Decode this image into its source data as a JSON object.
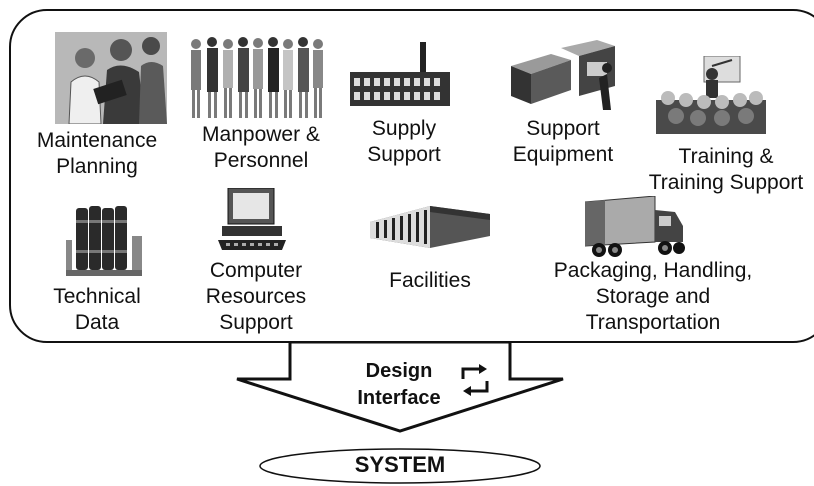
{
  "elements": [
    {
      "key": "maintenance",
      "label": "Maintenance\nPlanning",
      "icon": "maintenance-people-icon"
    },
    {
      "key": "manpower",
      "label": "Manpower &\nPersonnel",
      "icon": "group-of-people-icon"
    },
    {
      "key": "supply",
      "label": "Supply\nSupport",
      "icon": "factory-icon"
    },
    {
      "key": "equipment",
      "label": "Support\nEquipment",
      "icon": "machinery-icon"
    },
    {
      "key": "training",
      "label": "Training &\nTraining Support",
      "icon": "classroom-presenter-icon"
    },
    {
      "key": "technical",
      "label": "Technical\nData",
      "icon": "binders-icon"
    },
    {
      "key": "computer",
      "label": "Computer\nResources\nSupport",
      "icon": "computer-icon"
    },
    {
      "key": "facilities",
      "label": "Facilities",
      "icon": "building-icon"
    },
    {
      "key": "packaging",
      "label": "Packaging, Handling,\nStorage and\nTransportation",
      "icon": "truck-icon"
    }
  ],
  "interface": {
    "label": "Design\nInterface",
    "icon": "cycle-arrows-icon"
  },
  "target": {
    "label": "SYSTEM"
  }
}
